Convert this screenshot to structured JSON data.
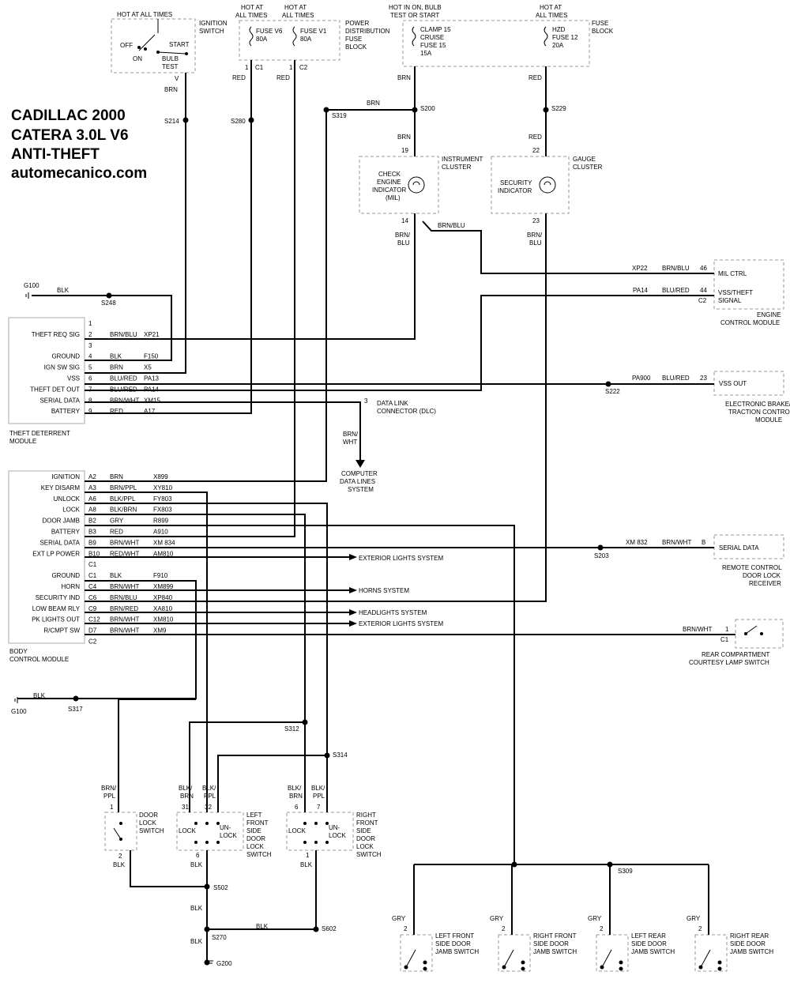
{
  "title": {
    "line1": "CADILLAC 2000",
    "line2": "CATERA 3.0L V6",
    "line3": "ANTI-THEFT",
    "line4": "automecanico.com"
  },
  "ignition": {
    "hot_line": "HOT AT ALL TIMES",
    "name1": "IGNITION",
    "name2": "SWITCH",
    "off": "OFF",
    "on": "ON",
    "start": "START",
    "bulb": "BULB",
    "test": "TEST",
    "term": "V",
    "wire": "BRN",
    "splice": "S214"
  },
  "pdfb": {
    "hot1a": "HOT AT",
    "hot1b": "ALL TIMES",
    "hot2a": "HOT AT",
    "hot2b": "ALL TIMES",
    "fuse1a": "FUSE V6",
    "fuse1b": "80A",
    "fuse2a": "FUSE V1",
    "fuse2b": "80A",
    "name1": "POWER",
    "name2": "DISTRIBUTION",
    "name3": "FUSE",
    "name4": "BLOCK",
    "pin1": "1",
    "conn1": "C1",
    "pin2": "1",
    "conn2": "C2",
    "wire1": "RED",
    "wire2": "RED",
    "splice": "S280"
  },
  "fuseblock": {
    "hot1a": "HOT IN ON, BULB",
    "hot1b": "TEST OR START",
    "hot2a": "HOT AT",
    "hot2b": "ALL TIMES",
    "f1a": "CLAMP 15",
    "f1b": "CRUISE",
    "f1c": "FUSE 15",
    "f1d": "15A",
    "f2a": "HZD",
    "f2b": "FUSE 12",
    "f2c": "20A",
    "name1": "FUSE",
    "name2": "BLOCK",
    "wire1": "BRN",
    "wire2": "RED"
  },
  "splices_top": {
    "s200": "S200",
    "s229": "S229",
    "s319": "S319",
    "brn": "BRN",
    "brn2": "BRN",
    "red2": "RED"
  },
  "cluster": {
    "pin_in": "19",
    "name1": "INSTRUMENT",
    "name2": "CLUSTER",
    "ind1": "CHECK",
    "ind2": "ENGINE",
    "ind3": "INDICATOR",
    "ind4": "(MIL)",
    "pin_out": "14",
    "wire_out1": "BRN/",
    "wire_out2": "BLU",
    "wire_branch": "BRN/BLU"
  },
  "gauge": {
    "pin_in": "22",
    "name1": "GAUGE",
    "name2": "CLUSTER",
    "ind1": "SECURITY",
    "ind2": "INDICATOR",
    "pin_out": "23",
    "wire_out1": "BRN/",
    "wire_out2": "BLU"
  },
  "ecm": {
    "r1_circ": "XP22",
    "r1_wire": "BRN/BLU",
    "r1_pin": "46",
    "r1_label": "MIL CTRL",
    "r2_circ": "PA14",
    "r2_wire": "BLU/RED",
    "r2_pin": "44",
    "r2_conn": "C2",
    "r2_label1": "VSS/THEFT",
    "r2_label2": "SIGNAL",
    "name1": "ENGINE",
    "name2": "CONTROL MODULE"
  },
  "ground1": {
    "g": "G100",
    "wire": "BLK",
    "splice": "S248"
  },
  "tdm": {
    "name1": "THEFT DETERRENT",
    "name2": "MODULE",
    "rows": [
      {
        "pin": "1",
        "label": "",
        "wire": "",
        "circ": ""
      },
      {
        "pin": "2",
        "label": "THEFT REQ SIG",
        "wire": "BRN/BLU",
        "circ": "XP21"
      },
      {
        "pin": "3",
        "label": "",
        "wire": "",
        "circ": ""
      },
      {
        "pin": "4",
        "label": "GROUND",
        "wire": "BLK",
        "circ": "F150"
      },
      {
        "pin": "5",
        "label": "IGN SW SIG",
        "wire": "BRN",
        "circ": "X5"
      },
      {
        "pin": "6",
        "label": "VSS",
        "wire": "BLU/RED",
        "circ": "PA13"
      },
      {
        "pin": "7",
        "label": "THEFT DET OUT",
        "wire": "BLU/RED",
        "circ": "PA14"
      },
      {
        "pin": "8",
        "label": "SERIAL DATA",
        "wire": "BRN/WHT",
        "circ": "XM15"
      },
      {
        "pin": "9",
        "label": "BATTERY",
        "wire": "RED",
        "circ": "A17"
      }
    ]
  },
  "ebtcm": {
    "splice": "S222",
    "circ": "PA900",
    "wire": "BLU/RED",
    "pin": "23",
    "label": "VSS OUT",
    "name1": "ELECTRONIC BRAKE/",
    "name2": "TRACTION CONTROL",
    "name3": "MODULE"
  },
  "dlc": {
    "pin": "3",
    "name1": "DATA LINK",
    "name2": "CONNECTOR (DLC)",
    "wire1": "BRN/",
    "wire2": "WHT",
    "dest1": "COMPUTER",
    "dest2": "DATA LINES",
    "dest3": "SYSTEM"
  },
  "bcm": {
    "name1": "BODY",
    "name2": "CONTROL MODULE",
    "rows": [
      {
        "label": "IGNITION",
        "pin": "A2",
        "wire": "BRN",
        "circ": "X899"
      },
      {
        "label": "KEY DISARM",
        "pin": "A3",
        "wire": "BRN/PPL",
        "circ": "XY810"
      },
      {
        "label": "UNLOCK",
        "pin": "A6",
        "wire": "BLK/PPL",
        "circ": "FY803"
      },
      {
        "label": "LOCK",
        "pin": "A8",
        "wire": "BLK/BRN",
        "circ": "FX803"
      },
      {
        "label": "DOOR JAMB",
        "pin": "B2",
        "wire": "GRY",
        "circ": "R899"
      },
      {
        "label": "BATTERY",
        "pin": "B3",
        "wire": "RED",
        "circ": "A910"
      },
      {
        "label": "SERIAL DATA",
        "pin": "B9",
        "wire": "BRN/WHT",
        "circ": "XM 834"
      },
      {
        "label": "EXT LP POWER",
        "pin": "B10",
        "wire": "RED/WHT",
        "circ": "AM810"
      },
      {
        "label": "",
        "pin": "C1",
        "wire": "",
        "circ": ""
      },
      {
        "label": "GROUND",
        "pin": "C1",
        "wire": "BLK",
        "circ": "F910"
      },
      {
        "label": "HORN",
        "pin": "C4",
        "wire": "BRN/WHT",
        "circ": "XM899"
      },
      {
        "label": "SECURITY IND",
        "pin": "C6",
        "wire": "BRN/BLU",
        "circ": "XP840"
      },
      {
        "label": "LOW BEAM RLY",
        "pin": "C9",
        "wire": "BRN/RED",
        "circ": "XA810"
      },
      {
        "label": "PK LIGHTS OUT",
        "pin": "C12",
        "wire": "BRN/WHT",
        "circ": "XM810"
      },
      {
        "label": "R/CMPT SW",
        "pin": "D7",
        "wire": "BRN/WHT",
        "circ": "XM9"
      },
      {
        "label": "",
        "pin": "C2",
        "wire": "",
        "circ": ""
      }
    ],
    "dest_ext1": "EXTERIOR LIGHTS SYSTEM",
    "dest_horns": "HORNS SYSTEM",
    "dest_head": "HEADLIGHTS SYSTEM",
    "dest_ext2": "EXTERIOR LIGHTS SYSTEM"
  },
  "rcdlr": {
    "splice": "S203",
    "circ": "XM 832",
    "wire": "BRN/WHT",
    "pin": "B",
    "label": "SERIAL DATA",
    "name1": "REMOTE CONTROL",
    "name2": "DOOR LOCK",
    "name3": "RECEIVER"
  },
  "rcl": {
    "wire": "BRN/WHT",
    "pin": "1",
    "conn": "C1",
    "name1": "REAR COMPARTMENT",
    "name2": "COURTESY LAMP SWITCH"
  },
  "ground2": {
    "g": "G100",
    "wire": "BLK",
    "splice": "S317"
  },
  "door_lock": {
    "wire1": "BRN/",
    "wire2": "PPL",
    "pin1": "1",
    "pin2": "2",
    "wire_out": "BLK",
    "name1": "DOOR",
    "name2": "LOCK",
    "name3": "SWITCH"
  },
  "lf_lock": {
    "w1a": "BLK/",
    "w1b": "BRN",
    "w2a": "BLK/",
    "w2b": "PPL",
    "p1": "31",
    "p2": "32",
    "lock": "LOCK",
    "unlock1": "UN-",
    "unlock2": "LOCK",
    "pin_out": "6",
    "wire_out": "BLK",
    "name1": "LEFT",
    "name2": "FRONT",
    "name3": "SIDE",
    "name4": "DOOR",
    "name5": "LOCK",
    "name6": "SWITCH"
  },
  "rf_lock": {
    "w1a": "BLK/",
    "w1b": "BRN",
    "w2a": "BLK/",
    "w2b": "PPL",
    "p1": "6",
    "p2": "7",
    "lock": "LOCK",
    "unlock1": "UN-",
    "unlock2": "LOCK",
    "pin_out": "1",
    "wire_out": "BLK",
    "name1": "RIGHT",
    "name2": "FRONT",
    "name3": "SIDE",
    "name4": "DOOR",
    "name5": "LOCK",
    "name6": "SWITCH"
  },
  "lower_splices": {
    "s312": "S312",
    "s314": "S314",
    "s502": "S502",
    "s270": "S270",
    "s602": "S602",
    "g200": "G200",
    "blk1": "BLK",
    "blk2": "BLK",
    "blk3": "BLK",
    "s309": "S309"
  },
  "jambs": [
    {
      "wire": "GRY",
      "pin": "2",
      "name1": "LEFT FRONT",
      "name2": "SIDE DOOR",
      "name3": "JAMB SWITCH"
    },
    {
      "wire": "GRY",
      "pin": "2",
      "name1": "RIGHT FRONT",
      "name2": "SIDE DOOR",
      "name3": "JAMB SWITCH"
    },
    {
      "wire": "GRY",
      "pin": "2",
      "name1": "LEFT REAR",
      "name2": "SIDE DOOR",
      "name3": "JAMB SWITCH"
    },
    {
      "wire": "GRY",
      "pin": "2",
      "name1": "RIGHT REAR",
      "name2": "SIDE DOOR",
      "name3": "JAMB SWITCH"
    }
  ]
}
